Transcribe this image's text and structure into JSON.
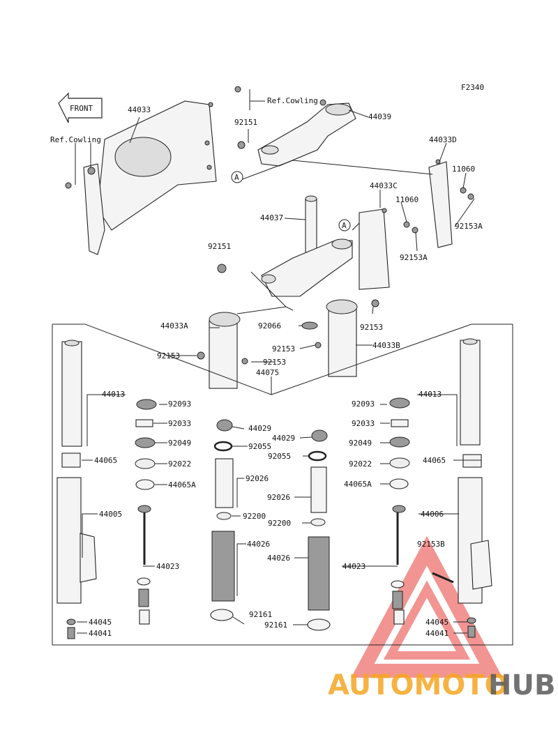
{
  "figure_code": "F2340",
  "front_label": "FRONT",
  "callouts": {
    "c44033": "44033",
    "ref_cowling_top": "Ref.Cowling",
    "ref_cowling_left": "Ref.Cowling",
    "c44039": "44039",
    "c92151_top": "92151",
    "c44033D": "44033D",
    "c11060_right": "11060",
    "c44033C": "44033C",
    "c11060_mid": "11060",
    "c44037": "44037",
    "c92153A_right": "92153A",
    "c92153A_mid": "92153A",
    "c92151_mid": "92151",
    "ref_A_left": "A",
    "ref_A_mid": "A",
    "c44033A": "44033A",
    "c92066": "92066",
    "c92153_right": "92153",
    "c92153_left": "92153",
    "c92153_center": "92153",
    "c92153_low": "92153",
    "c44033B": "44033B",
    "c44075": "44075",
    "c44013_left": "44013",
    "c44013_right": "44013",
    "c92093_left": "92093",
    "c92093_right": "92093",
    "c92033_left": "92033",
    "c92033_right": "92033",
    "c44029_left": "44029",
    "c44029_right": "44029",
    "c92055_left": "92055",
    "c92055_right": "92055",
    "c92049_left": "92049",
    "c92049_right": "92049",
    "c44065_left": "44065",
    "c44065_right": "44065",
    "c92022_left": "92022",
    "c92022_right": "92022",
    "c92026_left": "92026",
    "c92026_right": "92026",
    "c44065A_left": "44065A",
    "c44065A_right": "44065A",
    "c44005": "44005",
    "c44006": "44006",
    "c92200_left": "92200",
    "c92200_right": "92200",
    "c44026_left": "44026",
    "c44026_right": "44026",
    "c92153B": "92153B",
    "c44023_left": "44023",
    "c44023_right": "44023",
    "c92161_left": "92161",
    "c92161_right": "92161",
    "c44045_left": "44045",
    "c44045_right": "44045",
    "c44041_left": "44041",
    "c44041_right": "44041"
  },
  "watermark": {
    "part1": "AUTOMOTO",
    "part2": "HUB",
    "color_orange": "#f5a623",
    "color_red": "#e8403a",
    "color_dark": "#5a5a5a"
  }
}
